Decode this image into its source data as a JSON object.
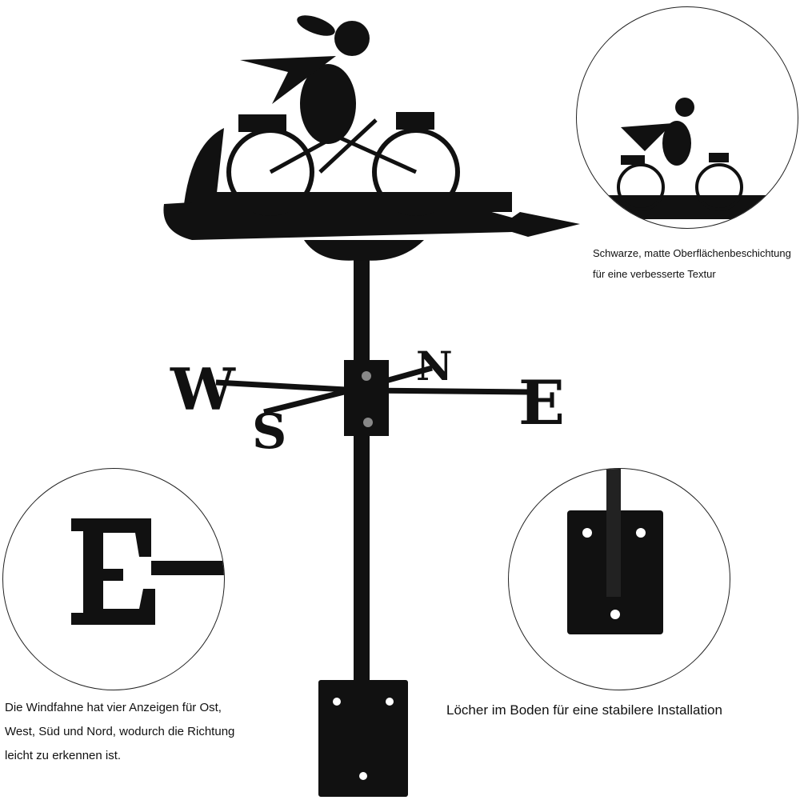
{
  "captions": {
    "coating_line1": "Schwarze, matte Oberflächenbeschichtung",
    "coating_line2": "für eine verbesserte Textur",
    "directions_line1": "Die Windfahne hat vier Anzeigen für Ost,",
    "directions_line2": "West, Süd und Nord, wodurch die Richtung",
    "directions_line3": "leicht zu erkennen ist.",
    "base": "Löcher im Boden für eine stabilere Installation"
  },
  "compass": {
    "west": "W",
    "east": "E",
    "north": "N",
    "south": "S"
  },
  "colors": {
    "metal": "#111111",
    "background": "#ffffff"
  }
}
